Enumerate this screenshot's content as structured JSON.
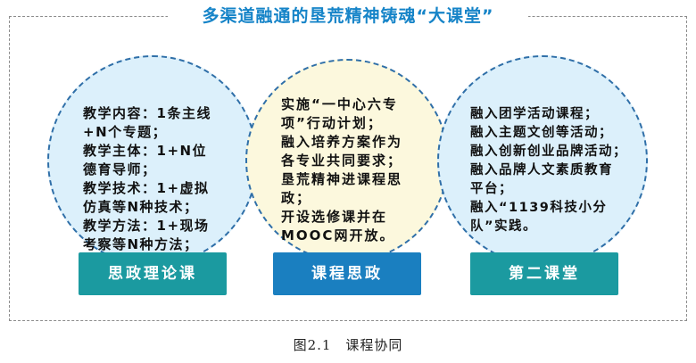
{
  "title": "多渠道融通的垦荒精神铸魂“大课堂”",
  "circles": [
    {
      "lines": [
        "教学内容：1条主线",
        "+N个专题；",
        "教学主体：1+N位",
        "德育导师；",
        "教学技术：1+虚拟",
        "仿真等N种技术；",
        "教学方法：1+现场",
        "考察等N种方法；"
      ],
      "label": "思政理论课"
    },
    {
      "lines": [
        "实施“一中心六专",
        "项”行动计划；",
        "融入培养方案作为",
        "各专业共同要求；",
        "垦荒精神进课程思",
        "政；",
        "开设选修课并在",
        "MOOC网开放。"
      ],
      "label": "课程思政"
    },
    {
      "lines": [
        "融入团学活动课程；",
        "融入主题文创等活动；",
        "融入创新创业品牌活动；",
        "融入品牌人文素质教育",
        "平台；",
        "融入“1139科技小分",
        "队”实践。"
      ],
      "label": "第二课堂"
    }
  ],
  "caption": "图2.1　课程协同",
  "colors": {
    "title": "#1684c8",
    "teal_label": "#1b9aa0",
    "blue_label": "#1a7fc0",
    "circle_blue": "#dcf0fb",
    "circle_yellow": "#fcf8dd",
    "circle_border": "#2f6fa8"
  }
}
